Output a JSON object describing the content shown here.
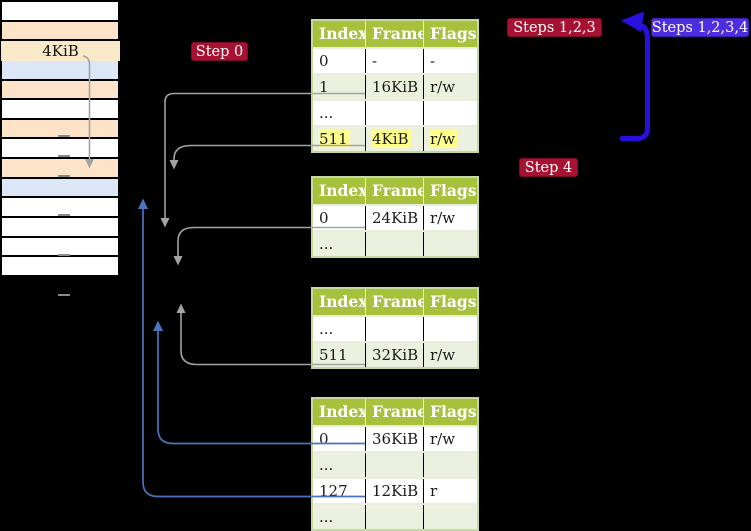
{
  "colors": {
    "background": "#000000",
    "table_header_bg": "#a8c13c",
    "table_border": "#c6d89d",
    "table_alt_row_bg": "#ecf1df",
    "highlight_bg": "#ffff8c",
    "badge_red_bg": "#a81232",
    "badge_blue_bg": "#4e2ce0",
    "big_arrow_blue": "#2a10e0",
    "connector_gray": "#a3a3a3",
    "connector_blue": "#4a74bc",
    "stack_orange_row": "#fde4c9",
    "stack_blue_row": "#dbe7f7",
    "size_label_bg": "#fae9c8"
  },
  "labels": {
    "page_size": "4KiB",
    "step0": "Step 0",
    "steps123": "Steps 1,2,3",
    "steps1234": "Steps 1,2,3,4",
    "step4": "Step 4"
  },
  "stack": {
    "rows": [
      "white",
      "orange",
      "white",
      "blue",
      "orange",
      "white",
      "orange",
      "white",
      "orange",
      "blue",
      "white",
      "white",
      "white",
      "white"
    ]
  },
  "tables": [
    {
      "name": "table-1",
      "headers": [
        "Index",
        "Frame",
        "Flags"
      ],
      "rows": [
        {
          "cells": [
            "0",
            "-",
            "-"
          ]
        },
        {
          "cells": [
            "1",
            "16KiB",
            "r/w"
          ]
        },
        {
          "cells": [
            "...",
            "",
            ""
          ]
        },
        {
          "cells": [
            "511",
            "4KiB",
            "r/w"
          ],
          "highlighted": true
        }
      ]
    },
    {
      "name": "table-2",
      "headers": [
        "Index",
        "Frame",
        "Flags"
      ],
      "rows": [
        {
          "cells": [
            "0",
            "24KiB",
            "r/w"
          ]
        },
        {
          "cells": [
            "...",
            "",
            ""
          ]
        }
      ]
    },
    {
      "name": "table-3",
      "headers": [
        "Index",
        "Frame",
        "Flags"
      ],
      "rows": [
        {
          "cells": [
            "...",
            "",
            ""
          ]
        },
        {
          "cells": [
            "511",
            "32KiB",
            "r/w"
          ]
        }
      ]
    },
    {
      "name": "table-4",
      "headers": [
        "Index",
        "Frame",
        "Flags"
      ],
      "rows": [
        {
          "cells": [
            "0",
            "36KiB",
            "r/w"
          ]
        },
        {
          "cells": [
            "...",
            "",
            ""
          ]
        },
        {
          "cells": [
            "127",
            "12KiB",
            "r"
          ]
        },
        {
          "cells": [
            "...",
            "",
            ""
          ]
        }
      ]
    }
  ]
}
